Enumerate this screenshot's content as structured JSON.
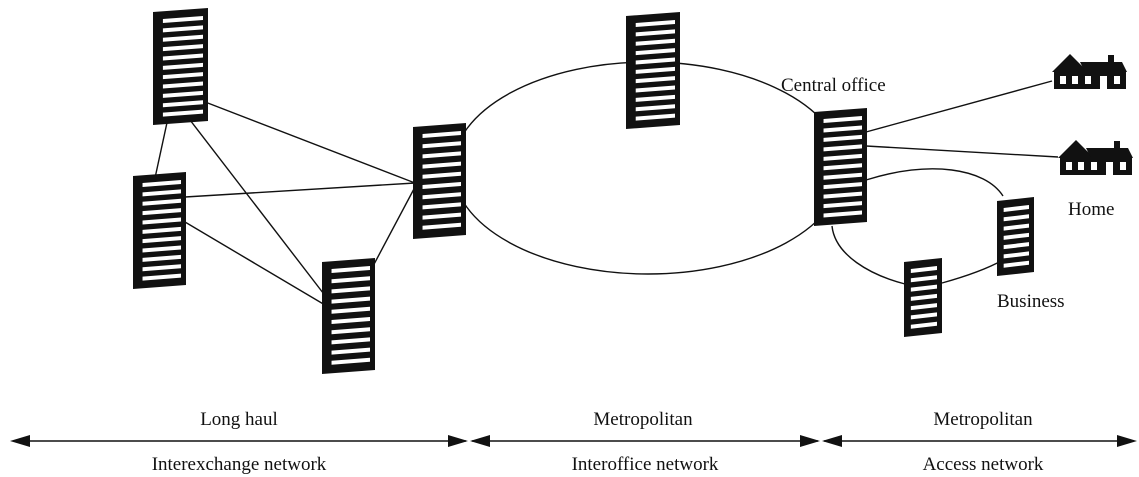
{
  "labels": {
    "central_office": "Central office",
    "home": "Home",
    "business": "Business"
  },
  "segments": [
    {
      "top": "Long haul",
      "bottom": "Interexchange network"
    },
    {
      "top": "Metropolitan",
      "bottom": "Interoffice  network"
    },
    {
      "top": "Metropolitan",
      "bottom": "Access network"
    }
  ]
}
